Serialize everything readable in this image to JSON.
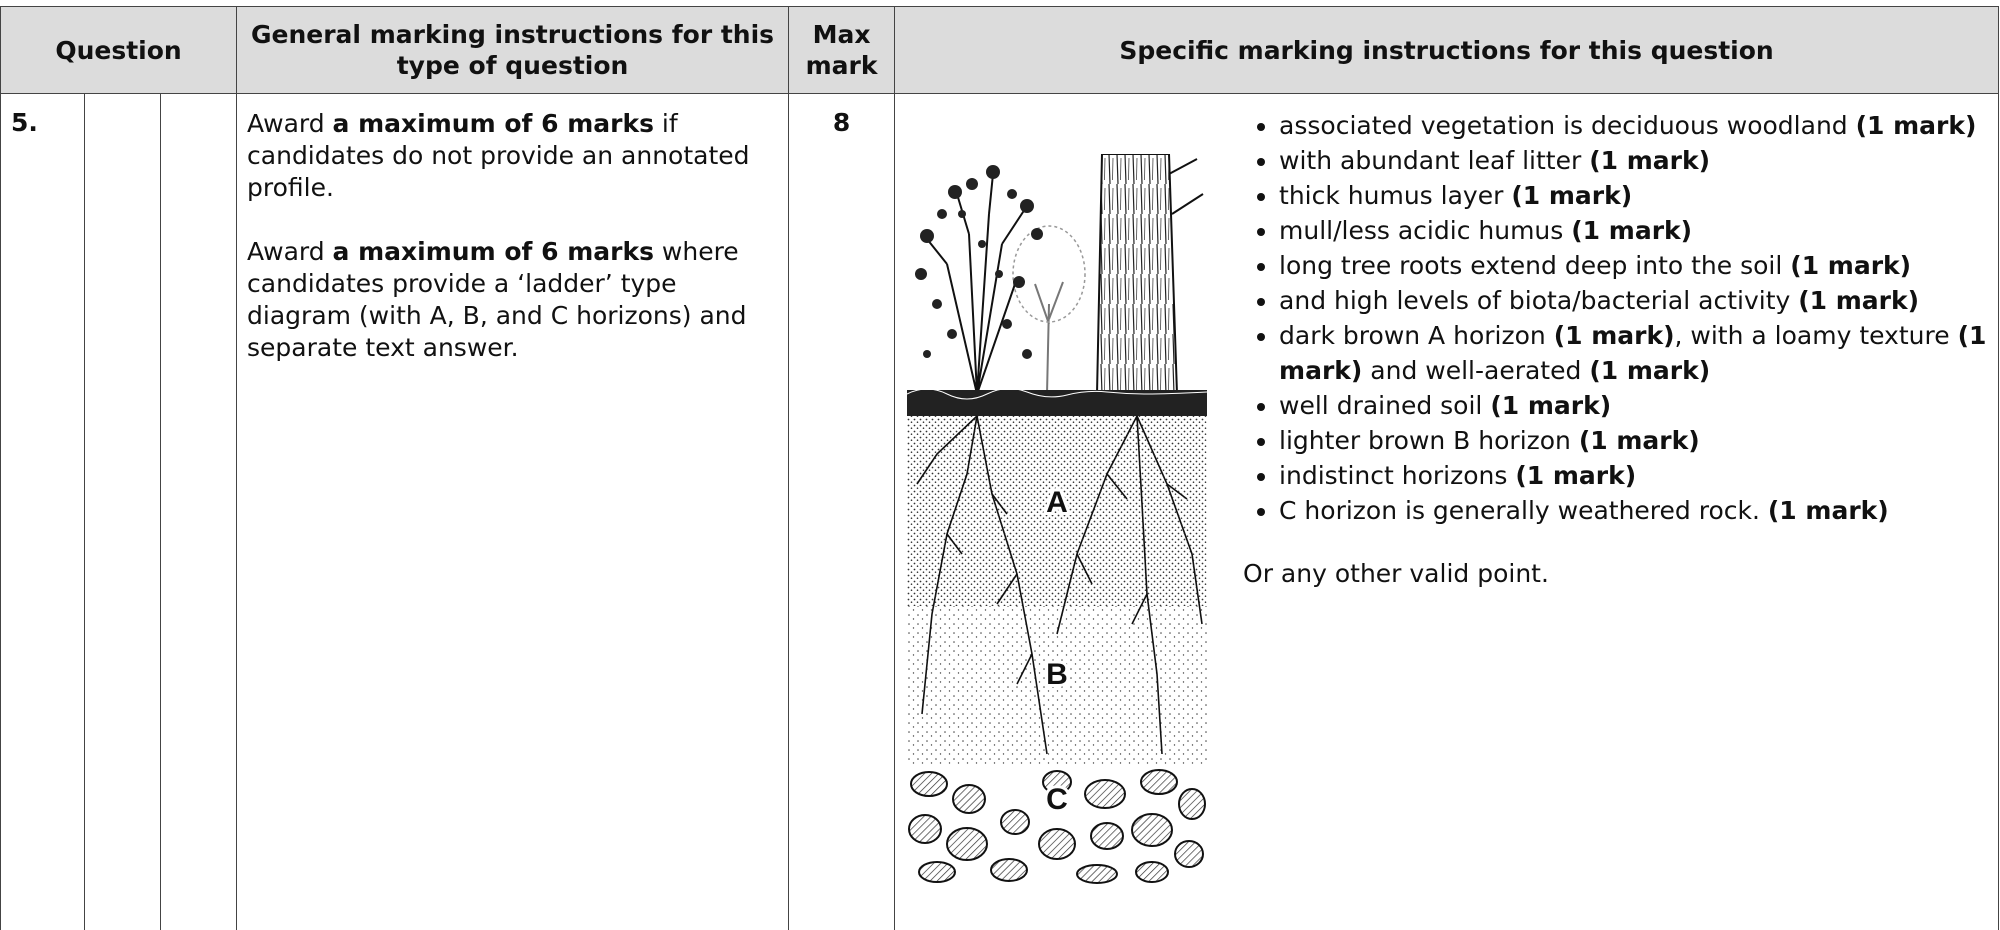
{
  "header": {
    "question": "Question",
    "general": "General marking instructions for this type of question",
    "max": "Max mark",
    "specific": "Specific marking instructions for this question"
  },
  "row": {
    "question_number": "5.",
    "general_paragraphs": [
      {
        "pre": "Award ",
        "bold": "a maximum of 6 marks",
        "post": " if candidates do not provide an annotated profile."
      },
      {
        "pre": "Award ",
        "bold": "a maximum of 6 marks",
        "post": " where candidates provide a ‘ladder’ type diagram (with A, B, and C horizons) and separate text answer."
      }
    ],
    "max_mark": "8",
    "points": [
      {
        "parts": [
          {
            "t": "associated vegetation is deciduous woodland ",
            "b": false
          },
          {
            "t": "(1 mark)",
            "b": true
          }
        ]
      },
      {
        "parts": [
          {
            "t": "with abundant leaf litter ",
            "b": false
          },
          {
            "t": "(1 mark)",
            "b": true
          }
        ]
      },
      {
        "parts": [
          {
            "t": "thick humus layer ",
            "b": false
          },
          {
            "t": "(1 mark)",
            "b": true
          }
        ]
      },
      {
        "parts": [
          {
            "t": "mull/less acidic humus ",
            "b": false
          },
          {
            "t": "(1 mark)",
            "b": true
          }
        ]
      },
      {
        "parts": [
          {
            "t": "long tree roots extend deep into the soil ",
            "b": false
          },
          {
            "t": "(1 mark)",
            "b": true
          }
        ]
      },
      {
        "parts": [
          {
            "t": "and high levels of biota/bacterial activity ",
            "b": false
          },
          {
            "t": "(1 mark)",
            "b": true
          }
        ]
      },
      {
        "parts": [
          {
            "t": "dark brown A horizon ",
            "b": false
          },
          {
            "t": "(1 mark)",
            "b": true
          },
          {
            "t": ", with a loamy texture ",
            "b": false
          },
          {
            "t": "(1 mark)",
            "b": true
          },
          {
            "t": " and well-aerated ",
            "b": false
          },
          {
            "t": "(1 mark)",
            "b": true
          }
        ]
      },
      {
        "parts": [
          {
            "t": "well drained soil ",
            "b": false
          },
          {
            "t": "(1 mark)",
            "b": true
          }
        ]
      },
      {
        "parts": [
          {
            "t": "lighter brown B horizon ",
            "b": false
          },
          {
            "t": "(1 mark)",
            "b": true
          }
        ]
      },
      {
        "parts": [
          {
            "t": "indistinct horizons ",
            "b": false
          },
          {
            "t": "(1 mark)",
            "b": true
          }
        ]
      },
      {
        "parts": [
          {
            "t": "C horizon is generally weathered rock. ",
            "b": false
          },
          {
            "t": "(1 mark)",
            "b": true
          }
        ]
      }
    ],
    "other": "Or any other valid point.",
    "diagram_labels": {
      "a": "A",
      "b": "B",
      "c": "C"
    }
  }
}
